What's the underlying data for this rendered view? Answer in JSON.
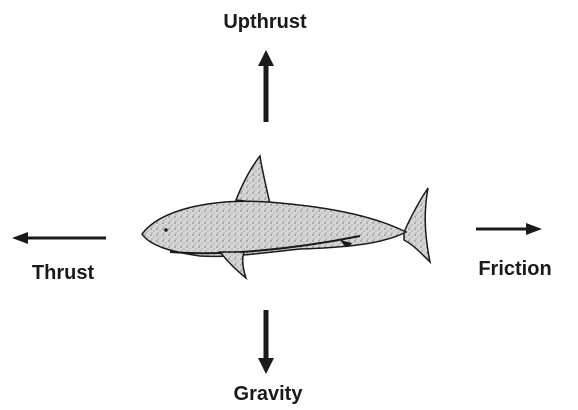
{
  "diagram": {
    "labels": {
      "upthrust": "Upthrust",
      "gravity": "Gravity",
      "thrust": "Thrust",
      "friction": "Friction"
    },
    "subject_icon": "shark-icon",
    "colors": {
      "ink": "#1a1a1a",
      "background": "#ffffff",
      "body_fill": "#d4d4d4"
    }
  }
}
